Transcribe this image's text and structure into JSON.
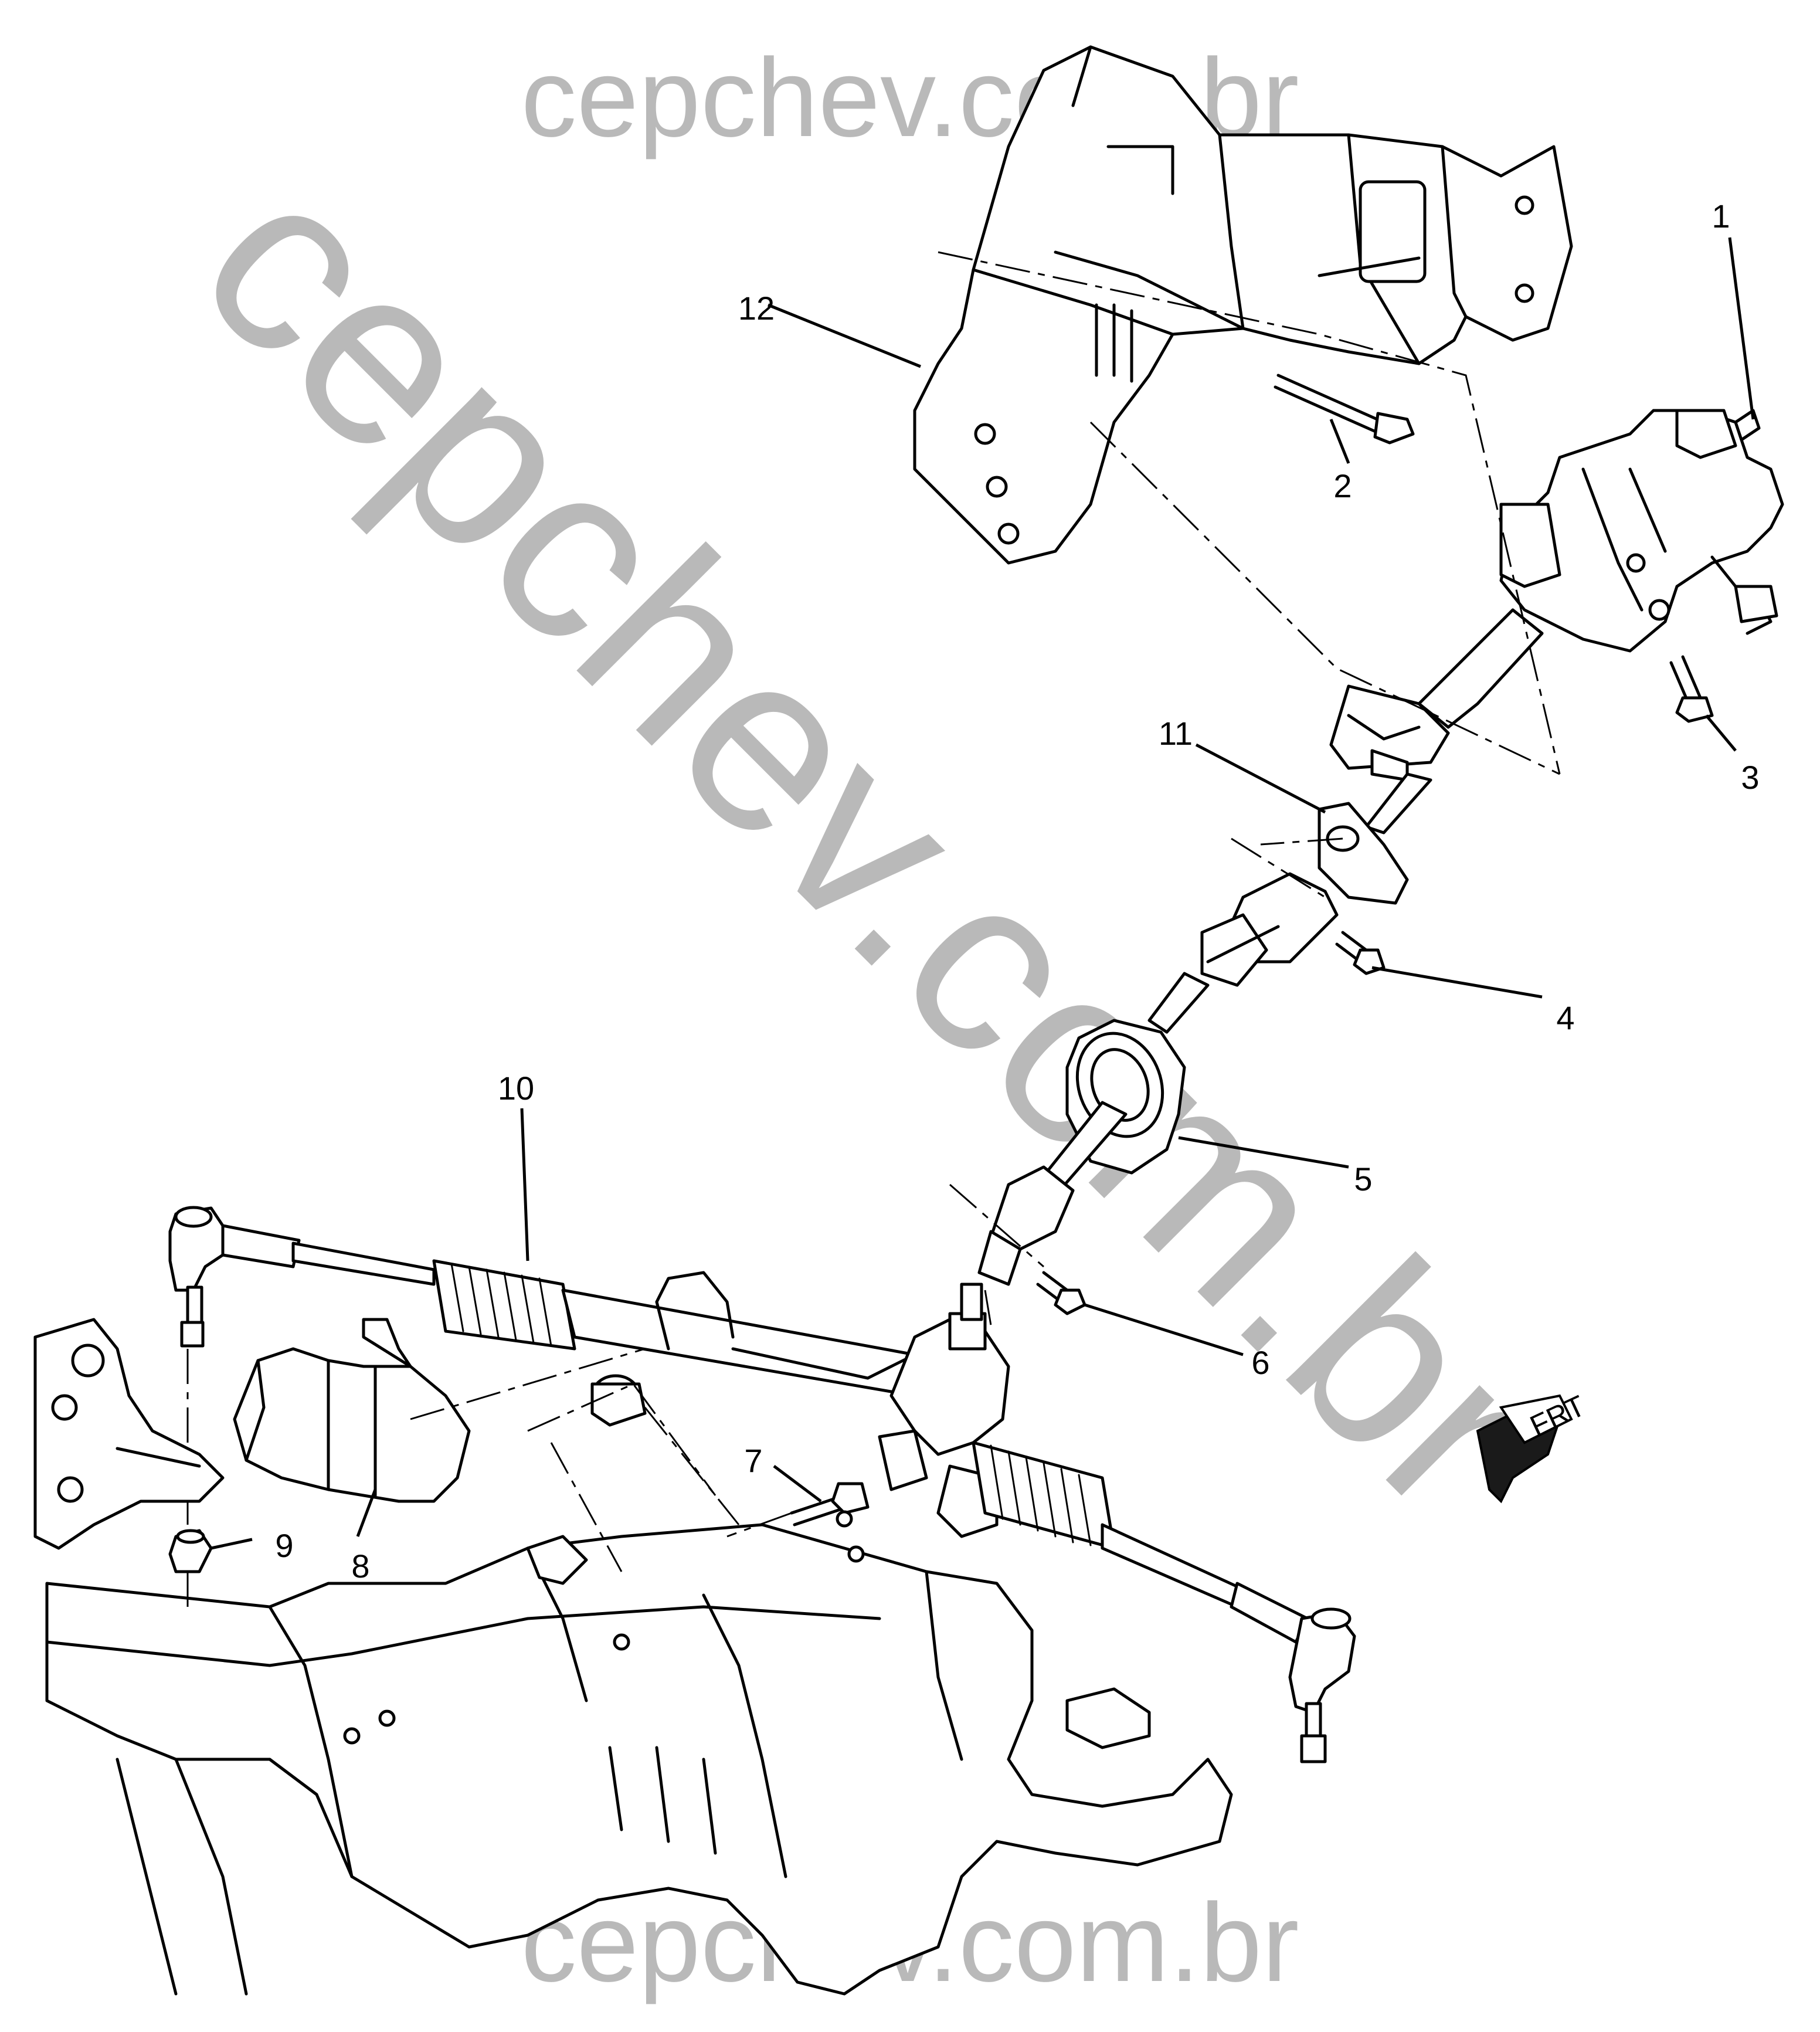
{
  "watermark": {
    "top": "cepchev.com.br",
    "diagonal": "cepchev.com.br",
    "bottom": "cepchev.com.br",
    "color": "#b9b9b9"
  },
  "callouts": [
    {
      "id": "1",
      "label": "1"
    },
    {
      "id": "2",
      "label": "2"
    },
    {
      "id": "3",
      "label": "3"
    },
    {
      "id": "4",
      "label": "4"
    },
    {
      "id": "5",
      "label": "5"
    },
    {
      "id": "6",
      "label": "6"
    },
    {
      "id": "7",
      "label": "7"
    },
    {
      "id": "8",
      "label": "8"
    },
    {
      "id": "9",
      "label": "9"
    },
    {
      "id": "10",
      "label": "10"
    },
    {
      "id": "11",
      "label": "11"
    },
    {
      "id": "12",
      "label": "12"
    }
  ],
  "direction_badge": {
    "label": "FRT",
    "icon": "front-direction-arrow-icon"
  }
}
